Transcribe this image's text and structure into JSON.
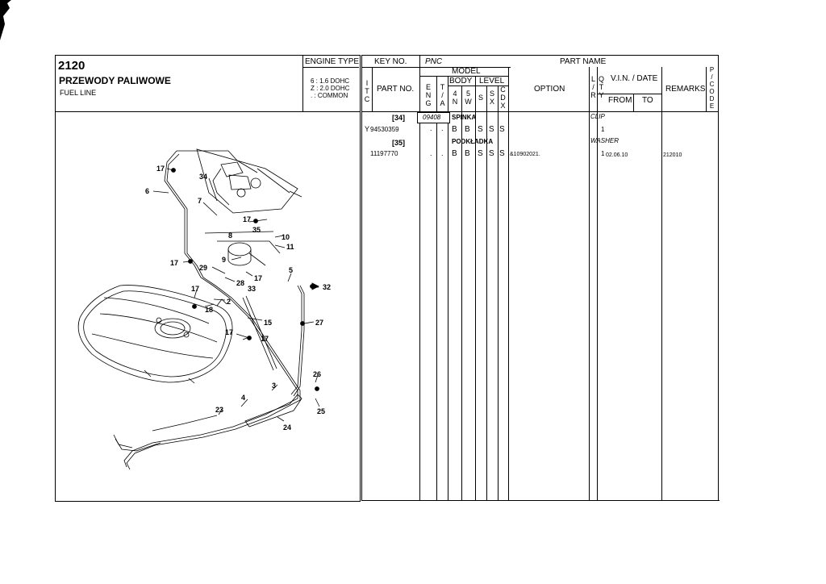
{
  "header": {
    "code": "2120",
    "title": "PRZEWODY PALIWOWE",
    "subtitle": "FUEL LINE",
    "engine_type_label": "ENGINE TYPE",
    "engine_types": [
      "6 : 1.6 DOHC",
      "Z : 2.0 DOHC",
      ". : COMMON"
    ]
  },
  "columns": {
    "key_no": "KEY NO.",
    "pnc": "PNC",
    "part_name": "PART NAME",
    "itc": [
      "I",
      "T",
      "C"
    ],
    "part_no": "PART NO.",
    "model": "MODEL",
    "eng": [
      "E",
      "N",
      "G"
    ],
    "ta": [
      "T",
      "/",
      "A"
    ],
    "body": "BODY",
    "level": "LEVEL",
    "n4": [
      "4",
      "N"
    ],
    "w5": [
      "5",
      "W"
    ],
    "s": "S",
    "sx": [
      "S",
      "X"
    ],
    "cdx": [
      "C",
      "D",
      "X"
    ],
    "option": "OPTION",
    "lr": [
      "L",
      "/",
      "R"
    ],
    "qty": [
      "Q",
      "T",
      "Y"
    ],
    "vin_date": "V.I.N. / DATE",
    "from": "FROM",
    "to": "TO",
    "remarks": "REMARKS",
    "pcode": [
      "P",
      "/",
      "C",
      "O",
      "D",
      "E"
    ]
  },
  "rows": [
    {
      "key": "[34]",
      "pnc": "09408",
      "name_pl": "SPINKA",
      "name_en": "CLIP",
      "itc": "Y",
      "part_no": "94530359",
      "eng": ".",
      "ta": ".",
      "body4": "B",
      "body5": "B",
      "s": "S",
      "sx": "S",
      "cdx": "S",
      "option": "",
      "lr": "",
      "qty": "1",
      "from": "",
      "to": "",
      "remarks": ""
    },
    {
      "key": "[35]",
      "pnc": "",
      "name_pl": "PODKŁADKA",
      "name_en": "WASHER",
      "itc": "",
      "part_no": "11197770",
      "eng": ".",
      "ta": ".",
      "body4": "B",
      "body5": "B",
      "s": "S",
      "sx": "S",
      "cdx": "S",
      "option": "&10902021.",
      "lr": "",
      "qty": "1",
      "from": "02.06.10",
      "to": "",
      "remarks": "212010"
    }
  ],
  "diagram": {
    "callouts": [
      "17",
      "6",
      "34",
      "7",
      "17",
      "8",
      "35",
      "10",
      "11",
      "9",
      "17",
      "29",
      "28",
      "33",
      "17",
      "5",
      "32",
      "17",
      "18",
      "2",
      "27",
      "15",
      "17",
      "17",
      "3",
      "26",
      "4",
      "23",
      "25",
      "24"
    ]
  }
}
